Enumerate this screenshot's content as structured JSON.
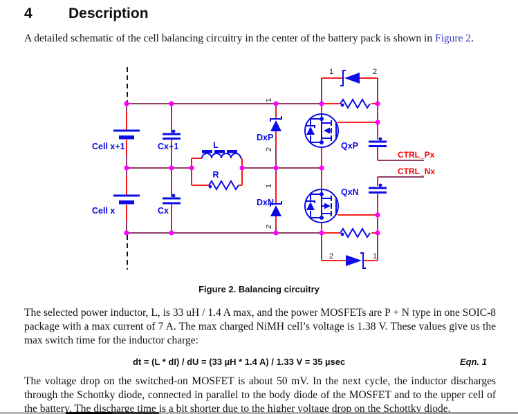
{
  "page": {
    "heading": {
      "number": "4",
      "title": "Description"
    },
    "intro": {
      "before": "A detailed schematic of the cell balancing circuitry in the center of the battery pack is shown in ",
      "link": "Figure 2",
      "after": "."
    },
    "figure": {
      "caption": "Figure 2. Balancing circuitry",
      "labels": {
        "cell_upper": "Cell x+1",
        "cap_upper": "Cx+1",
        "cell_lower": "Cell x",
        "cap_lower": "Cx",
        "inductor": "L",
        "resistor": "R",
        "diode_p": "DxP",
        "diode_n": "DxN",
        "mosfet_p": "QxP",
        "mosfet_n": "QxN",
        "ctrl_p": "CTRL_Px",
        "ctrl_n": "CTRL_Nx",
        "pin1": "1",
        "pin2": "2"
      },
      "colors": {
        "wire": "#7d2150",
        "pin_wire": "#f40000",
        "component": "#0b0be6",
        "junction": "#ff00ff",
        "net_label": "#f40000",
        "link": "#3a3ac8"
      }
    },
    "para2": "The selected power inductor, L, is 33 uH / 1.4 A max, and the power MOSFETs are P + N type in one SOIC-8 package with a max current of 7 A. The max charged NiMH cell’s voltage is 1.38 V. These values give us the max switch time for the inductor charge:",
    "equation": {
      "body": "dt = (L * dI) / dU = (33 µH * 1.4 A) / 1.33 V = 35 µsec",
      "tag": "Eqn. 1"
    },
    "para3": "The voltage drop on the switched-on MOSFET is about 50 mV. In the next cycle, the inductor discharges through the Schottky diode, connected in parallel to the body diode of the MOSFET and to the upper cell of the battery. The discharge time is a bit shorter due to the higher voltage drop on the Schottky diode."
  }
}
